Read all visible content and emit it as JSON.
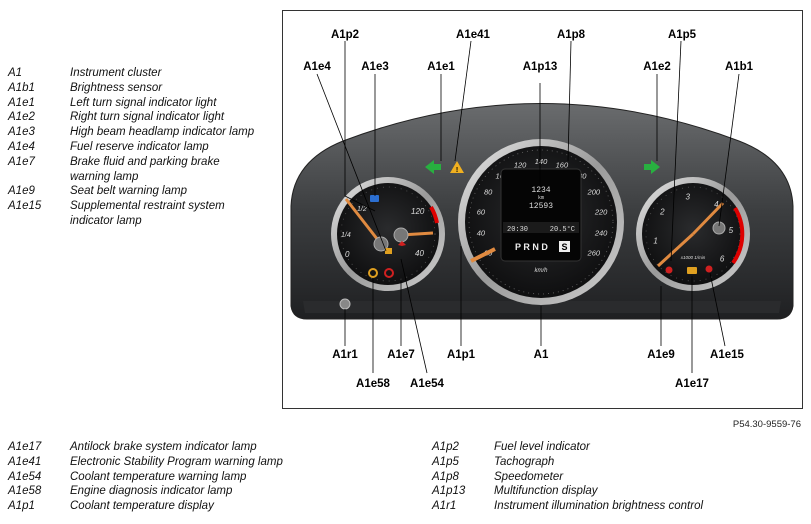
{
  "legend_left": [
    {
      "code": "A1",
      "desc": "Instrument cluster"
    },
    {
      "code": "A1b1",
      "desc": "Brightness sensor"
    },
    {
      "code": "A1e1",
      "desc": "Left turn signal indicator light"
    },
    {
      "code": "A1e2",
      "desc": "Right turn signal indicator light"
    },
    {
      "code": "A1e3",
      "desc": "High beam headlamp indicator lamp"
    },
    {
      "code": "A1e4",
      "desc": "Fuel reserve indicator lamp"
    },
    {
      "code": "A1e7",
      "desc": "Brake fluid and parking brake warning lamp"
    },
    {
      "code": "A1e9",
      "desc": "Seat belt warning lamp"
    },
    {
      "code": "A1e15",
      "desc": "Supplemental restraint system indicator lamp"
    }
  ],
  "legend_bottom_left": [
    {
      "code": "A1e17",
      "desc": "Antilock brake system indicator lamp"
    },
    {
      "code": "A1e41",
      "desc": "Electronic Stability Program warning lamp"
    },
    {
      "code": "A1e54",
      "desc": "Coolant temperature warning lamp"
    },
    {
      "code": "A1e58",
      "desc": "Engine diagnosis indicator lamp"
    },
    {
      "code": "A1p1",
      "desc": "Coolant temperature display"
    }
  ],
  "legend_bottom_right": [
    {
      "code": "A1p2",
      "desc": "Fuel level indicator"
    },
    {
      "code": "A1p5",
      "desc": "Tachograph"
    },
    {
      "code": "A1p8",
      "desc": "Speedometer"
    },
    {
      "code": "A1p13",
      "desc": "Multifunction display"
    },
    {
      "code": "A1r1",
      "desc": "Instrument illumination brightness control"
    }
  ],
  "figure_ref": "P54.30-9559-76",
  "callouts": {
    "a1p2": "A1p2",
    "a1e41": "A1e41",
    "a1p8": "A1p8",
    "a1p5": "A1p5",
    "a1e4": "A1e4",
    "a1e3": "A1e3",
    "a1e1": "A1e1",
    "a1p13": "A1p13",
    "a1e2": "A1e2",
    "a1b1": "A1b1",
    "a1r1": "A1r1",
    "a1e7": "A1e7",
    "a1p1": "A1p1",
    "a1": "A1",
    "a1e9": "A1e9",
    "a1e15": "A1e15",
    "a1e58": "A1e58",
    "a1e54": "A1e54",
    "a1e17": "A1e17"
  },
  "speedometer": {
    "ticks": [
      "20",
      "40",
      "60",
      "80",
      "100",
      "120",
      "140",
      "160",
      "180",
      "200",
      "220",
      "240",
      "260"
    ],
    "unit": "km/h"
  },
  "mfd": {
    "odometer": "1234",
    "odometer_unit": "km",
    "trip": "12593",
    "time": "20:30",
    "outside_temp": "20.5°C",
    "gears": "P R N D",
    "mode": "S"
  },
  "left_gauge": {
    "temp_ticks": [
      "40",
      "120"
    ],
    "fuel_ticks": [
      "0",
      "1/4",
      "1/2"
    ]
  },
  "tacho": {
    "ticks": [
      "1",
      "2",
      "3",
      "4",
      "5",
      "6"
    ],
    "unit": "x1000 1/min"
  }
}
